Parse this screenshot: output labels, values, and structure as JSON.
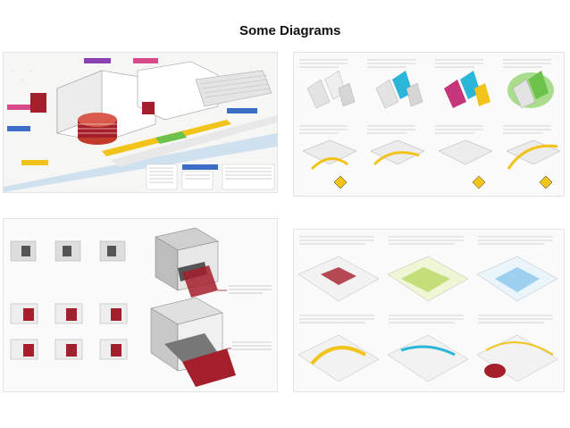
{
  "slide": {
    "title": "Some Diagrams"
  },
  "colors": {
    "accent_red": "#a41e2b",
    "label_yellow": "#f2c318",
    "label_purple": "#8a3fb3",
    "label_blue": "#3c6ec8",
    "label_pink": "#d64a8a",
    "green": "#6cc24a",
    "cyan": "#29b6d8",
    "magenta": "#c4357a"
  },
  "images": [
    {
      "name": "site-axonometric-diagram",
      "icon": "isometric-building-image"
    },
    {
      "name": "concept-diagram-grid",
      "icon": "diagram-grid-image"
    },
    {
      "name": "orchestra-pit-diagram",
      "icon": "exploded-axonometric-image"
    },
    {
      "name": "urban-context-diagram-grid",
      "icon": "diagram-grid-image"
    }
  ]
}
